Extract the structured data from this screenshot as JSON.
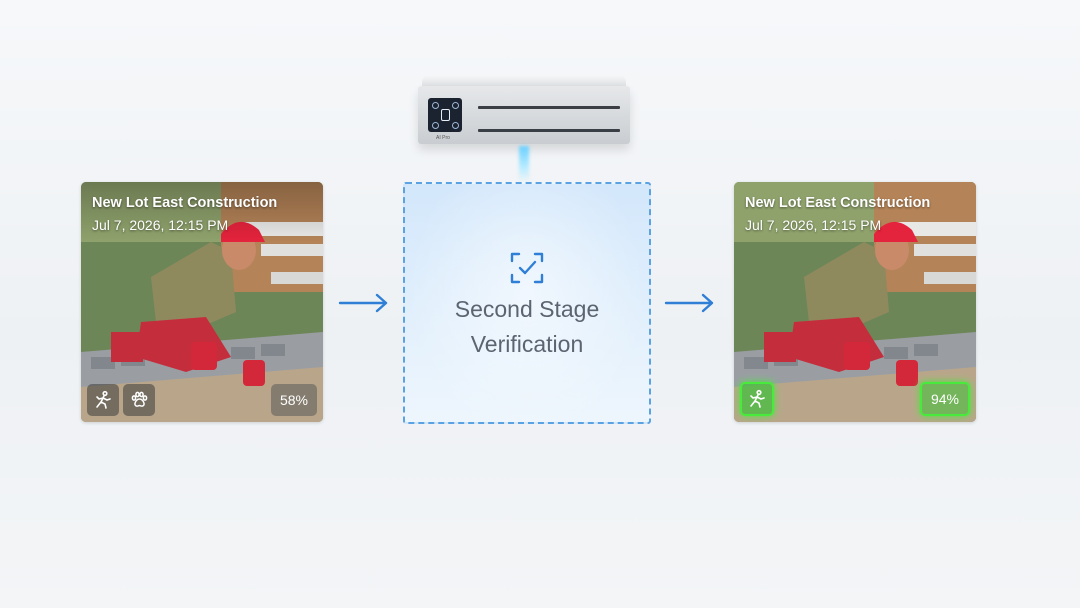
{
  "device": {
    "label": "AI Pro",
    "icon": "ai-device-icon"
  },
  "verification": {
    "label": "Second Stage\nVerification",
    "icon": "scan-check-icon",
    "border_color": "#5ba2e3"
  },
  "cards": [
    {
      "title": "New Lot East Construction",
      "timestamp": "Jul 7, 2026, 12:15 PM",
      "detections": [
        "person-icon",
        "animal-paw-icon"
      ],
      "confidence": "58%",
      "verified": false
    },
    {
      "title": "New Lot East Construction",
      "timestamp": "Jul 7, 2026, 12:15 PM",
      "detections": [
        "person-icon"
      ],
      "confidence": "94%",
      "verified": true
    }
  ],
  "colors": {
    "arrow": "#2f7fd6",
    "verified_green": "#48ea3b"
  }
}
